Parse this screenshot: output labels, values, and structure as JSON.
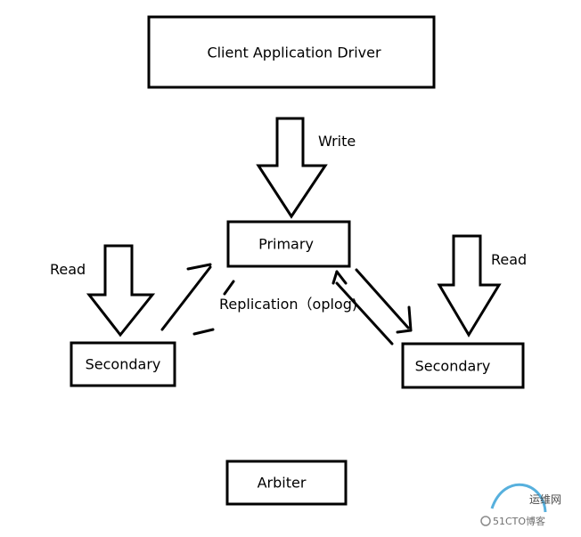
{
  "nodes": {
    "client": "Client Application Driver",
    "primary": "Primary",
    "secondary_left": "Secondary",
    "secondary_right": "Secondary",
    "arbiter": "Arbiter"
  },
  "labels": {
    "write": "Write",
    "read_left": "Read",
    "read_right": "Read",
    "replication": "Replication（oplog)"
  },
  "watermark": {
    "chinese": "运维网",
    "latin": "51CTO博客"
  }
}
